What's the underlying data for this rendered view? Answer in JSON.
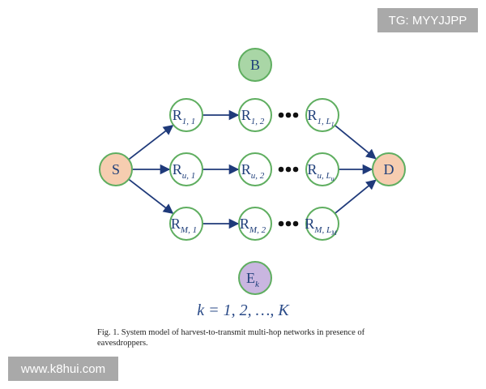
{
  "colors": {
    "node_stroke": "#5fae60",
    "relay_fill": "#ffffff",
    "source_fill": "#f6cdb0",
    "dest_fill": "#f6cdb0",
    "b_fill": "#a9d6a6",
    "e_fill": "#c9b6e0",
    "arrow": "#1f3a7a",
    "label": "#1f3f7a"
  },
  "nodes": {
    "source": {
      "label": "S"
    },
    "destination": {
      "label": "D"
    },
    "b": {
      "label": "B"
    },
    "e": {
      "label": "E",
      "sub": "k"
    },
    "relays": [
      [
        {
          "label": "R",
          "sub": "1, 1"
        },
        {
          "label": "R",
          "sub": "1, 2"
        },
        {
          "label": "R",
          "sub": "1, L",
          "subsub": "1"
        }
      ],
      [
        {
          "label": "R",
          "sub": "u, 1"
        },
        {
          "label": "R",
          "sub": "u, 2"
        },
        {
          "label": "R",
          "sub": "u, L",
          "subsub": "u"
        }
      ],
      [
        {
          "label": "R",
          "sub": "M, 1"
        },
        {
          "label": "R",
          "sub": "M, 2"
        },
        {
          "label": "R",
          "sub": "M, L",
          "subsub": "M"
        }
      ]
    ]
  },
  "k_range": "k = 1, 2, …, K",
  "caption": "Fig. 1.   System model of harvest-to-transmit multi-hop networks in presence of eavesdroppers.",
  "watermarks": {
    "top_right": "TG: MYYJJPP",
    "bottom_left": "www.k8hui.com"
  }
}
